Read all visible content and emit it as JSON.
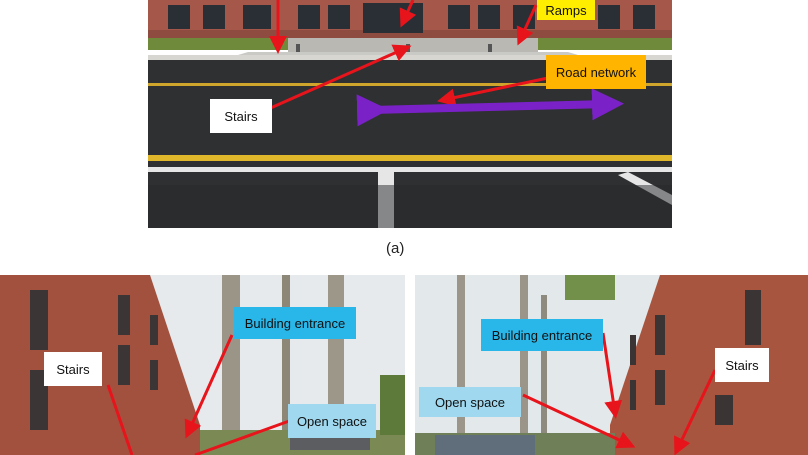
{
  "figure": {
    "caption_a": "(a)",
    "panel_a": {
      "labels": {
        "stairs": "Stairs",
        "ramps": "Ramps",
        "road_network": "Road network"
      }
    },
    "panel_b": {
      "labels": {
        "stairs": "Stairs",
        "building_entrance": "Building entrance",
        "open_space": "Open space"
      }
    },
    "panel_c": {
      "labels": {
        "stairs": "Stairs",
        "building_entrance": "Building entrance",
        "open_space": "Open space"
      }
    },
    "colors": {
      "arrow": "#e8141c",
      "road_arrow": "#7a22c8",
      "label_yellow": "#ffee00",
      "label_orange": "#ffb400",
      "label_blue": "#29b6e8",
      "label_lightblue": "#9fd8ef"
    }
  }
}
